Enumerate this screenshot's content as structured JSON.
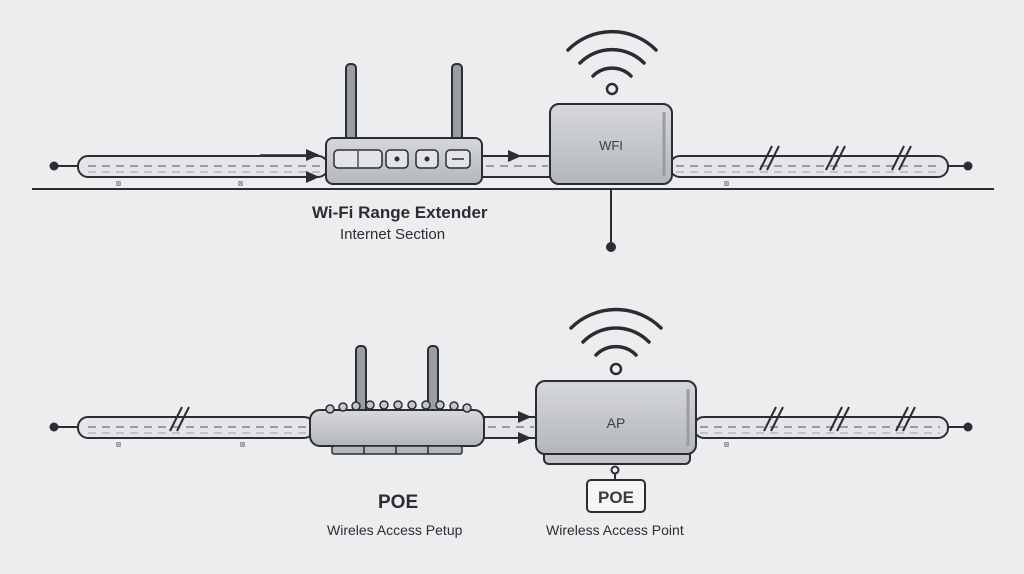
{
  "top_section": {
    "title": "Wi-Fi Range Extender",
    "subtitle": "Internet Section",
    "ap_label": "WFI"
  },
  "bottom_section": {
    "poe_heading": "POE",
    "left_caption": "Wireles Access Petup",
    "ap_label": "AP",
    "poe_box_label": "POE",
    "right_caption": "Wireless Access Point"
  },
  "icons": [
    "wifi-signal-icon",
    "router-icon",
    "access-point-icon",
    "arrow-icon"
  ],
  "colors": {
    "background": "#ecedef",
    "line": "#2b2d31",
    "device_fill": "#c4c6cb"
  }
}
